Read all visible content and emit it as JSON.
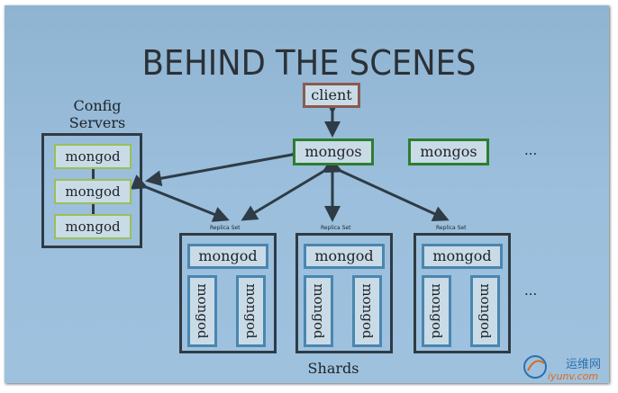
{
  "title": "BEHIND THE SCENES",
  "client": "client",
  "mongos": [
    "mongos",
    "mongos"
  ],
  "ellipsis_top": "...",
  "config": {
    "label_line1": "Config",
    "label_line2": "Servers",
    "items": [
      "mongod",
      "mongod",
      "mongod"
    ]
  },
  "shards": [
    {
      "replica_set_label": "Replica Set",
      "primary": "mongod",
      "secondaries": [
        "mongod",
        "mongod"
      ]
    },
    {
      "replica_set_label": "Replica Set",
      "primary": "mongod",
      "secondaries": [
        "mongod",
        "mongod"
      ]
    },
    {
      "replica_set_label": "Replica Set",
      "primary": "mongod",
      "secondaries": [
        "mongod",
        "mongod"
      ]
    }
  ],
  "ellipsis_shards": "...",
  "shards_label": "Shards",
  "watermark": {
    "cn": "运维网",
    "url": "iyunv.com"
  },
  "colors": {
    "background": "#9bbfdc",
    "client_border": "#8a5a52",
    "mongos_border": "#2e7d32",
    "config_item_border": "#9bbf5a",
    "shard_border": "#4a86b0",
    "outline": "#2f3b45"
  }
}
